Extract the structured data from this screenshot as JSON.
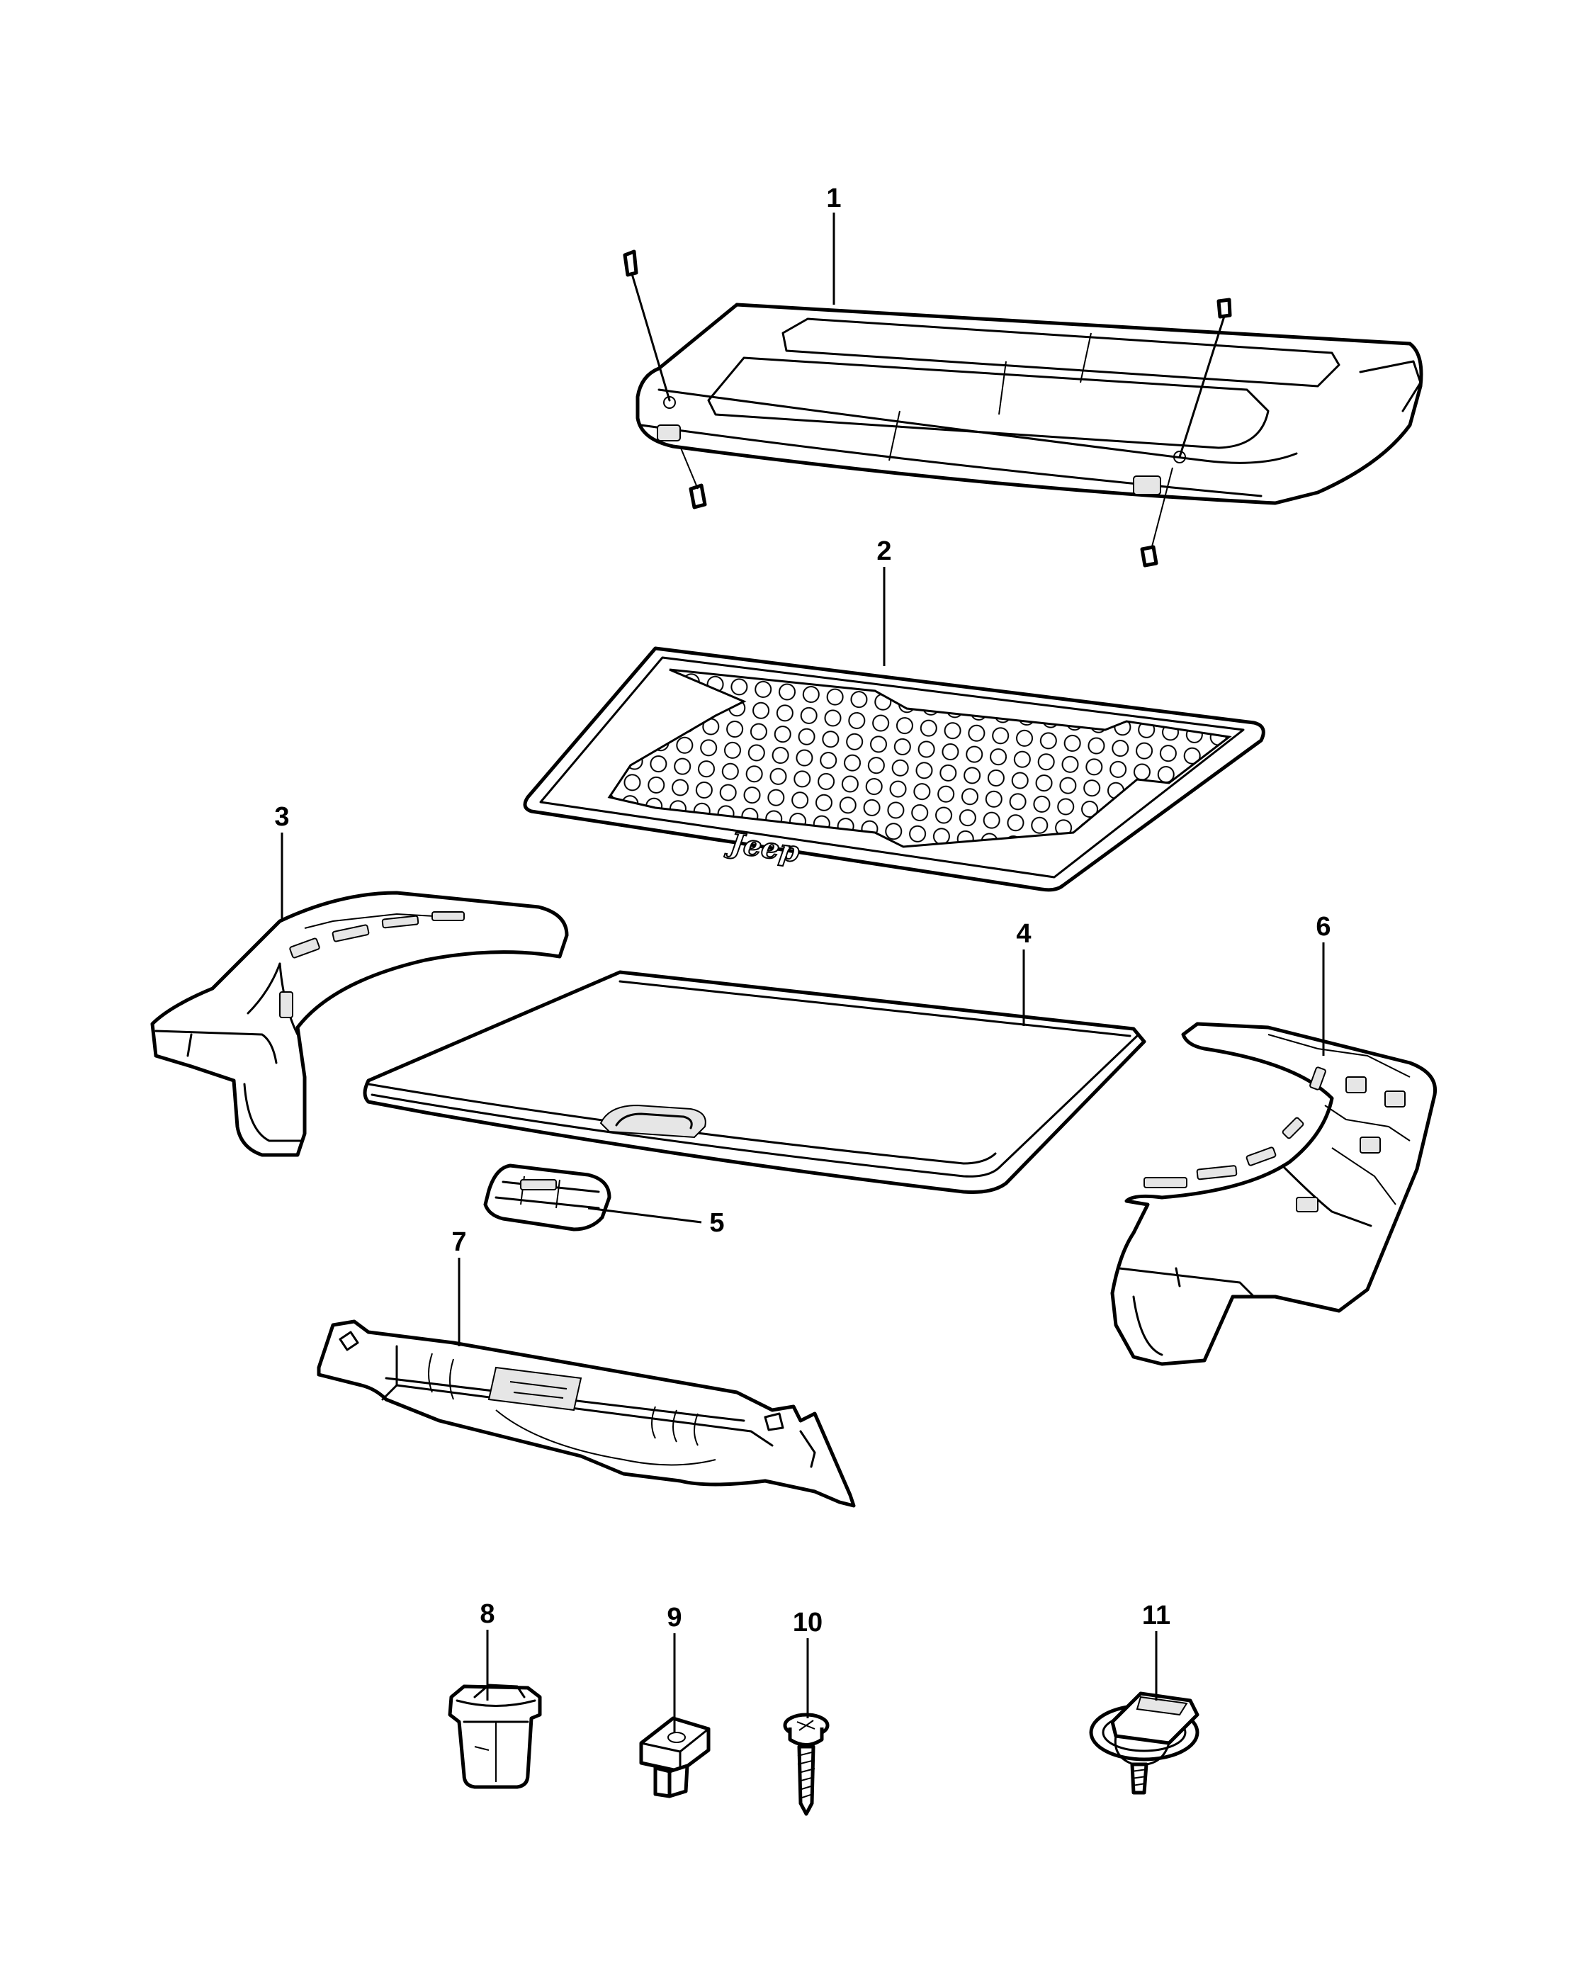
{
  "callouts": [
    {
      "id": "1",
      "label": "1"
    },
    {
      "id": "2",
      "label": "2"
    },
    {
      "id": "3",
      "label": "3"
    },
    {
      "id": "4",
      "label": "4"
    },
    {
      "id": "5",
      "label": "5"
    },
    {
      "id": "6",
      "label": "6"
    },
    {
      "id": "7",
      "label": "7"
    },
    {
      "id": "8",
      "label": "8"
    },
    {
      "id": "9",
      "label": "9"
    },
    {
      "id": "10",
      "label": "10"
    },
    {
      "id": "11",
      "label": "11"
    }
  ],
  "mat_logo_text": "Jeep"
}
